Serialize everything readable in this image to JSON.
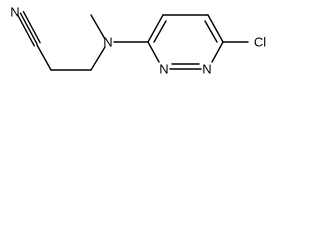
{
  "molecule": {
    "atoms": {
      "nitrile_nitrogen": "N",
      "amine_nitrogen": "N",
      "ring_nitrogen_1": "N",
      "ring_nitrogen_2": "N",
      "chlorine": "Cl"
    }
  }
}
